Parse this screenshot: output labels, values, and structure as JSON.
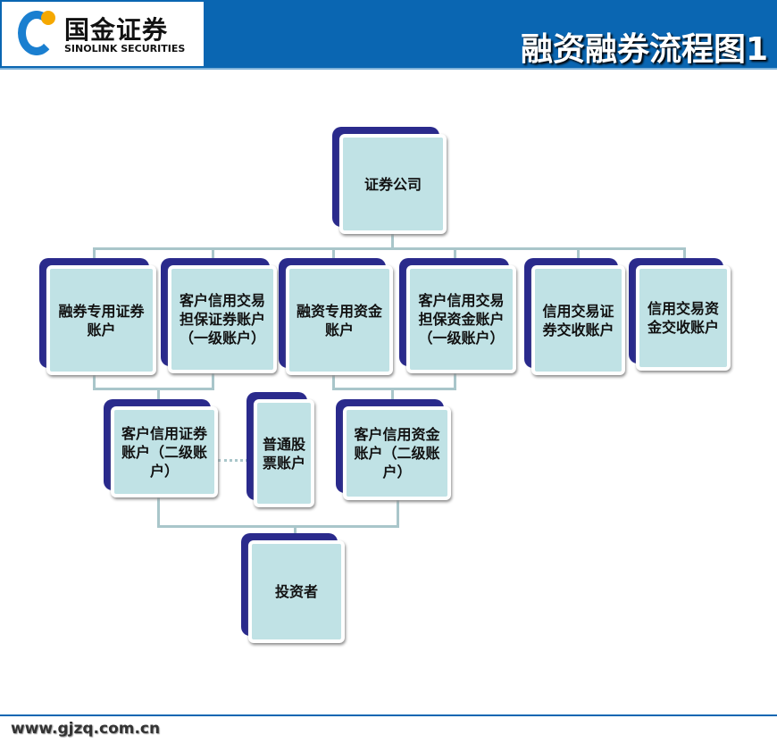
{
  "header": {
    "logo_cn": "国金证券",
    "logo_en": "SINOLINK SECURITIES",
    "title": "融资融券流程图1"
  },
  "nodes": {
    "broker": "证券公司",
    "sec_lending_account": "融券专用证券账户",
    "client_collateral_sec": "客户信用交易担保证券账户（一级账户）",
    "margin_fund_account": "融资专用资金账户",
    "client_collateral_fund": "客户信用交易担保资金账户（一级账户）",
    "settle_sec": "信用交易证券交收账户",
    "settle_fund": "信用交易资金交收账户",
    "client_credit_sec": "客户信用证券账户（二级账户）",
    "ordinary_stock": "普通股票账户",
    "client_credit_fund": "客户信用资金账户（二级账户）",
    "investor": "投资者"
  },
  "footer": {
    "url": "www.gjzq.com.cn"
  }
}
